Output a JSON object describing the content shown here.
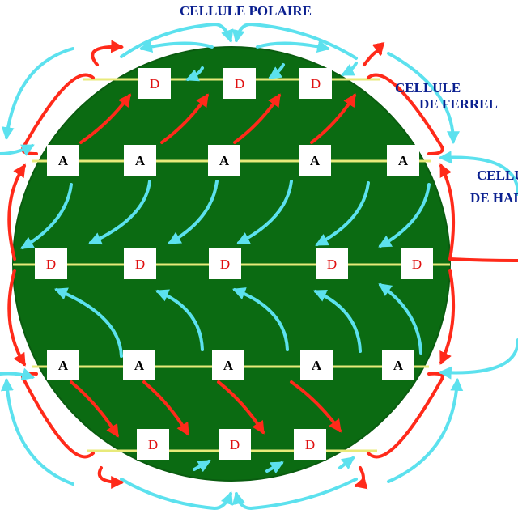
{
  "colors": {
    "background": "#ffffff",
    "globe": "#0b6b12",
    "globe_edge": "#0a5c10",
    "latitude_line": "#e8ea7a",
    "cold_arrow": "#5ce1ee",
    "warm_arrow": "#ff2a1a",
    "label_text": "#0a1f8f",
    "low_marker_text": "#e01010",
    "high_marker_text": "#000000",
    "marker_box": "#ffffff"
  },
  "labels": {
    "polar_cell": "CELLULE POLAIRE",
    "ferrel_cell_line1": "CELLULE",
    "ferrel_cell_line2": "DE FERREL",
    "hadley_cell_line1": "CELLULE",
    "hadley_cell_line2": "DE HADLEY"
  },
  "pressure_letters": {
    "low": "D",
    "high": "A"
  },
  "bands": [
    {
      "name": "north-subpolar-low",
      "kind": "low",
      "count": 3
    },
    {
      "name": "north-subtropical-high",
      "kind": "high",
      "count": 5
    },
    {
      "name": "equatorial-low",
      "kind": "low",
      "count": 5
    },
    {
      "name": "south-subtropical-high",
      "kind": "high",
      "count": 5
    },
    {
      "name": "south-subpolar-low",
      "kind": "low",
      "count": 3
    }
  ]
}
